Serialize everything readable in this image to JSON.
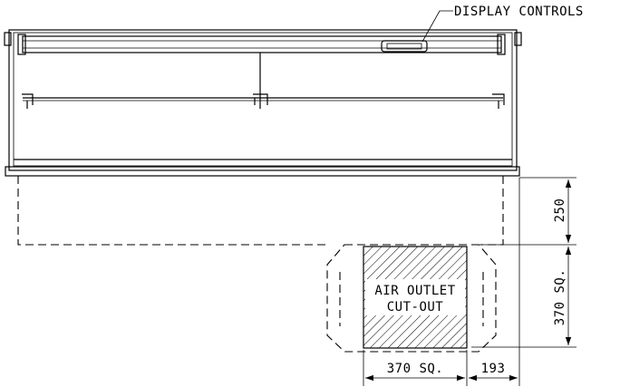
{
  "labels": {
    "display_controls": "DISPLAY CONTROLS",
    "cutout_line1": "AIR OUTLET",
    "cutout_line2": "CUT-OUT"
  },
  "dimensions": {
    "top_depth": "250",
    "cutout_side": "370 SQ.",
    "cutout_bottom": "370 SQ.",
    "offset_right": "193"
  },
  "colors": {
    "line": "#000000",
    "background": "#ffffff"
  }
}
